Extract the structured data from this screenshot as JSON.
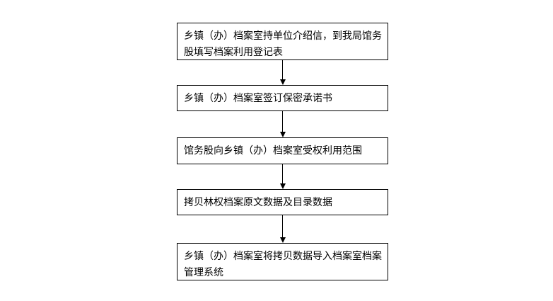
{
  "page": {
    "background_color": "#ffffff",
    "line_color": "#000000",
    "text_color": "#000000"
  },
  "flowchart": {
    "direction": "top-to-bottom",
    "steps": [
      {
        "id": 1,
        "label": "乡镇（办）档案室持单位介绍信，到我局馆务股填写档案利用登记表"
      },
      {
        "id": 2,
        "label": "乡镇（办）档案室签订保密承诺书"
      },
      {
        "id": 3,
        "label": "馆务股向乡镇（办）档案室受权利用范围"
      },
      {
        "id": 4,
        "label": "拷贝林权档案原文数据及目录数据"
      },
      {
        "id": 5,
        "label": "乡镇（办）档案室将拷贝数据导入档案室档案管理系统"
      }
    ],
    "connectors": [
      {
        "from": 1,
        "to": 2
      },
      {
        "from": 2,
        "to": 3
      },
      {
        "from": 3,
        "to": 4
      },
      {
        "from": 4,
        "to": 5
      }
    ]
  }
}
